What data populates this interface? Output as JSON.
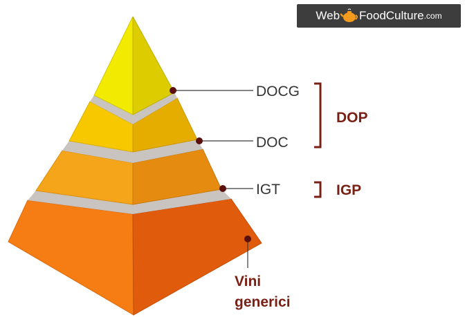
{
  "logo": {
    "part1": "Web",
    "part2": "FoodCulture",
    "part3": ".com",
    "icon": "teapot-icon"
  },
  "tiers": [
    {
      "label": "DOCG",
      "color": "yellow"
    },
    {
      "label": "DOC",
      "color": "gold"
    },
    {
      "label": "IGT",
      "color": "amber"
    },
    {
      "label": "Vini generici",
      "line1": "Vini",
      "line2": "generici",
      "color": "orange"
    }
  ],
  "groups": [
    {
      "label": "DOP",
      "covers": [
        "DOCG",
        "DOC"
      ]
    },
    {
      "label": "IGP",
      "covers": [
        "IGT"
      ]
    }
  ],
  "colors": {
    "accent": "#7a1f14",
    "line": "#3a3a3a",
    "separator": "#c9c4c0",
    "tier1_left": "#f2ea00",
    "tier1_right": "#dccc00",
    "tier2_left": "#f7c800",
    "tier2_right": "#e4ad00",
    "tier3_left": "#f5a51a",
    "tier3_right": "#e58b10",
    "tier4_left": "#f57d14",
    "tier4_right": "#e05c0c"
  }
}
